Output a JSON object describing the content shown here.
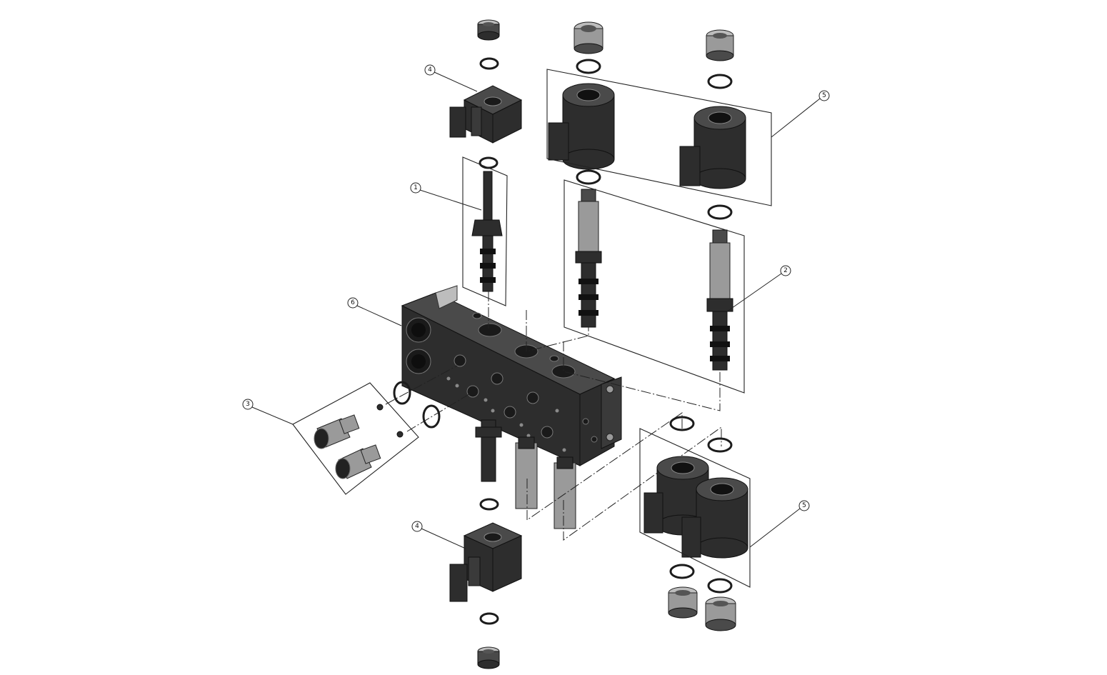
{
  "diagram": {
    "type": "exploded-assembly-drawing",
    "callouts": [
      {
        "id": "c1",
        "label": "1"
      },
      {
        "id": "c2",
        "label": "2"
      },
      {
        "id": "c3",
        "label": "3"
      },
      {
        "id": "c4a",
        "label": "4"
      },
      {
        "id": "c4b",
        "label": "4"
      },
      {
        "id": "c5a",
        "label": "5"
      },
      {
        "id": "c5b",
        "label": "5"
      },
      {
        "id": "c6",
        "label": "6"
      }
    ],
    "colors": {
      "background": "#ffffff",
      "line": "#222222",
      "part_dark": "#2d2d2d",
      "part_light": "#9a9a9a",
      "manifold_face": "#d8d8d8"
    }
  }
}
